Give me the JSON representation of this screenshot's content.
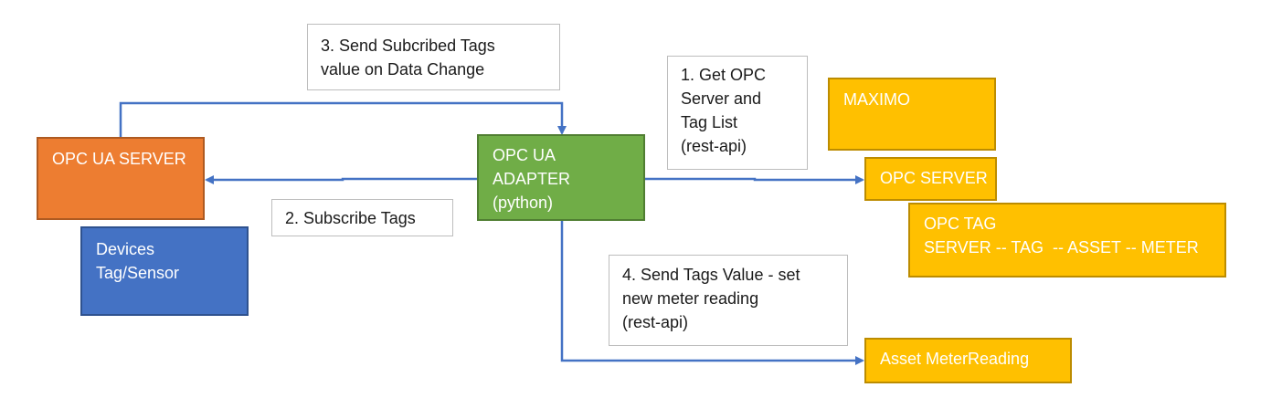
{
  "colors": {
    "orange": "#ED7D31",
    "orange_border": "#AE5A21",
    "green": "#70AD47",
    "green_border": "#507E32",
    "blue": "#4472C4",
    "blue_border": "#2F528F",
    "gold": "#FFC000",
    "gold_border": "#BC8C00",
    "connector": "#4472C4"
  },
  "nodes": {
    "opc_ua_server": {
      "lines": [
        "OPC UA SERVER"
      ]
    },
    "devices": {
      "lines": [
        "Devices",
        "Tag/Sensor"
      ]
    },
    "opc_ua_adapter": {
      "lines": [
        "OPC UA",
        "ADAPTER",
        "(python)"
      ]
    },
    "maximo": {
      "lines": [
        "MAXIMO"
      ]
    },
    "opc_server": {
      "lines": [
        "OPC SERVER"
      ]
    },
    "opc_tag": {
      "lines": [
        "OPC TAG",
        "SERVER -- TAG  -- ASSET -- METER"
      ]
    },
    "asset_meter_reading": {
      "lines": [
        "Asset MeterReading"
      ]
    }
  },
  "notes": {
    "step1": {
      "lines": [
        "1. Get OPC",
        "Server and",
        "Tag List",
        "(rest-api)"
      ]
    },
    "step2": {
      "lines": [
        "2. Subscribe Tags"
      ]
    },
    "step3": {
      "lines": [
        "3. Send Subcribed Tags",
        "value on Data Change"
      ]
    },
    "step4": {
      "lines": [
        "4. Send Tags Value - set",
        "new meter reading",
        "(rest-api)"
      ]
    }
  }
}
